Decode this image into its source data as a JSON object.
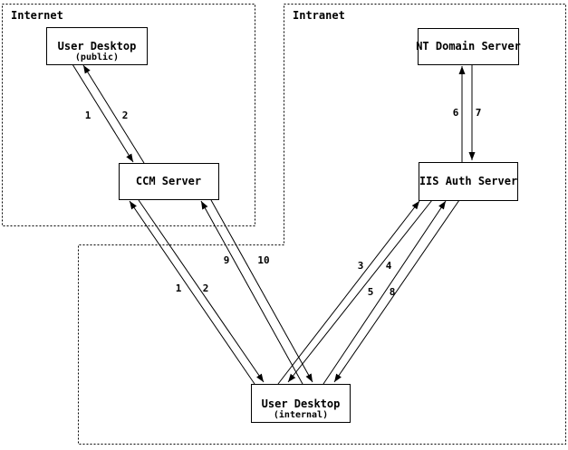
{
  "diagram": {
    "colors": {
      "line": "#000000",
      "background": "#ffffff"
    },
    "regions": [
      {
        "label": "Internet"
      },
      {
        "label": "Intranet"
      }
    ],
    "nodes": [
      {
        "id": "user-desktop-public",
        "title": "User Desktop",
        "subtitle": "(public)",
        "region": "Internet"
      },
      {
        "id": "nt-domain-server",
        "title": "NT Domain Server",
        "region": "Intranet"
      },
      {
        "id": "ccm-server",
        "title": "CCM Server",
        "region": "Internet"
      },
      {
        "id": "iis-auth-server",
        "title": "IIS Auth Server",
        "region": "Intranet"
      },
      {
        "id": "user-desktop-internal",
        "title": "User Desktop",
        "subtitle": "(internal)",
        "region": "Intranet"
      }
    ],
    "connections": [
      {
        "label": "1",
        "from": "user-desktop-public",
        "to": "ccm-server"
      },
      {
        "label": "2",
        "from": "ccm-server",
        "to": "user-desktop-public"
      },
      {
        "label": "1",
        "from": "user-desktop-internal",
        "to": "ccm-server"
      },
      {
        "label": "2",
        "from": "ccm-server",
        "to": "user-desktop-internal"
      },
      {
        "label": "9",
        "from": "user-desktop-internal",
        "to": "ccm-server"
      },
      {
        "label": "10",
        "from": "ccm-server",
        "to": "user-desktop-internal"
      },
      {
        "label": "3",
        "from": "user-desktop-internal",
        "to": "iis-auth-server"
      },
      {
        "label": "4",
        "from": "iis-auth-server",
        "to": "user-desktop-internal"
      },
      {
        "label": "5",
        "from": "user-desktop-internal",
        "to": "iis-auth-server"
      },
      {
        "label": "8",
        "from": "iis-auth-server",
        "to": "user-desktop-internal"
      },
      {
        "label": "6",
        "from": "iis-auth-server",
        "to": "nt-domain-server"
      },
      {
        "label": "7",
        "from": "nt-domain-server",
        "to": "iis-auth-server"
      }
    ]
  }
}
